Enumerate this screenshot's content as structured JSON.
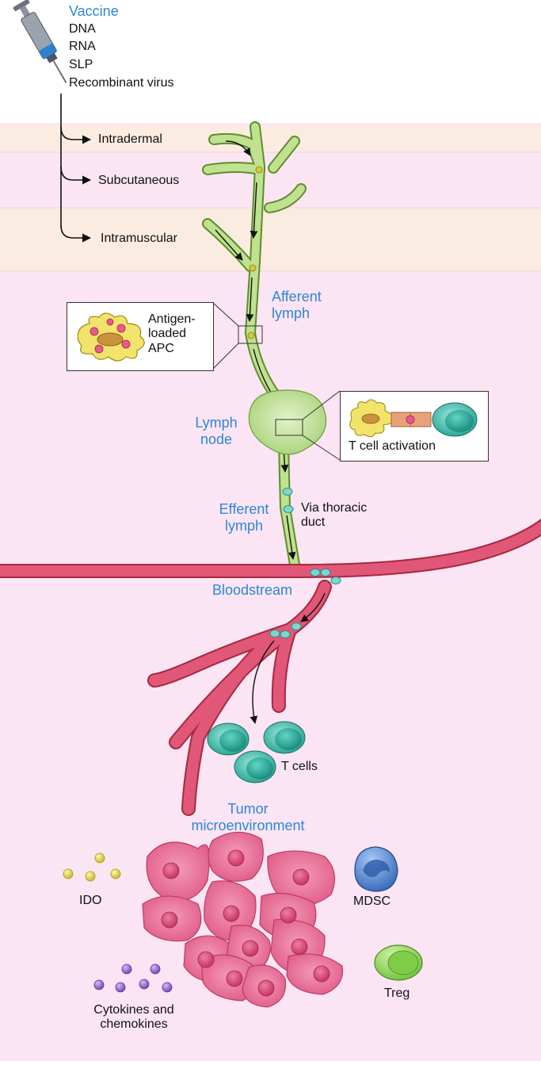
{
  "vaccine": {
    "title": "Vaccine",
    "types": [
      "DNA",
      "RNA",
      "SLP",
      "Recombinant virus"
    ]
  },
  "routes": [
    "Intradermal",
    "Subcutaneous",
    "Intramuscular"
  ],
  "lymph": {
    "afferent": [
      "Afferent",
      "lymph"
    ],
    "apc_box": [
      "Antigen-",
      "loaded",
      "APC"
    ],
    "node": [
      "Lymph",
      "node"
    ],
    "activation": "T cell activation",
    "efferent": [
      "Efferent",
      "lymph"
    ],
    "thoracic": [
      "Via thoracic",
      "duct"
    ]
  },
  "bloodstream": "Bloodstream",
  "t_cells": "T cells",
  "tumor": {
    "title": [
      "Tumor",
      "microenvironment"
    ],
    "ido": "IDO",
    "mdsc": "MDSC",
    "treg": "Treg",
    "cytokines": [
      "Cytokines and",
      "chemokines"
    ]
  },
  "colors": {
    "accent_text": "#2f86d8",
    "lymph_green": "#b9dc8a",
    "vessel_red": "#d84a6b",
    "tumor_pink": "#e96a93",
    "t_cell_teal": "#46c4b2",
    "mdsc_blue": "#4f82cc",
    "treg_green": "#8ed35a",
    "ido_yellow": "#e6d64a",
    "cytokine_purple": "#9b6ad0",
    "dermis": "#fbe9f4",
    "muscle": "#fbeede",
    "tissue": "#fbe3f2"
  }
}
